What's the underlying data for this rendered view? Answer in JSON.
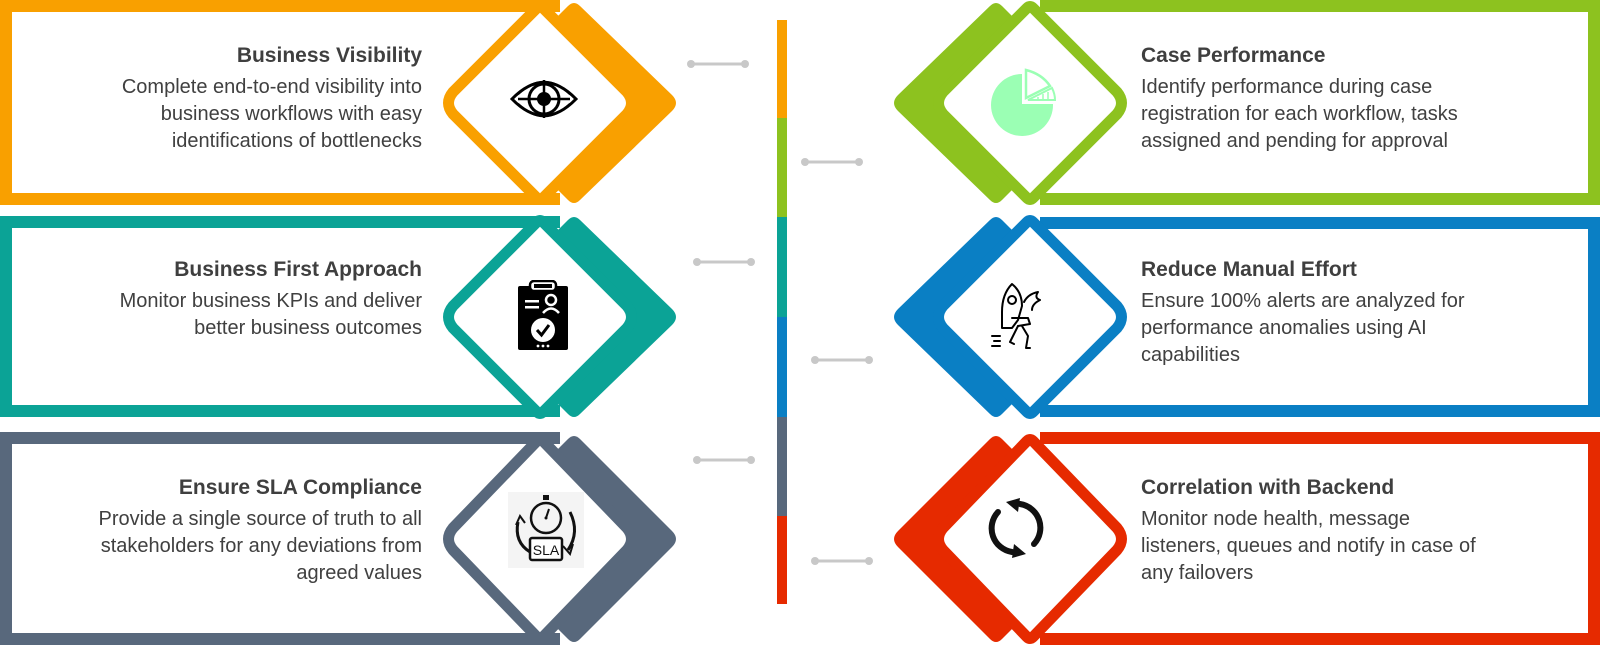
{
  "colors": {
    "orange": "#F9A000",
    "green": "#8DC21F",
    "teal": "#0BA396",
    "blue": "#0A7FC4",
    "slate": "#58687C",
    "red": "#E62A00",
    "connector": "#C8C8C8",
    "text": "#404040"
  },
  "left_items": [
    {
      "title": "Business Visibility",
      "description_lines": [
        "Complete end-to-end visibility into",
        "business workflows with easy",
        "identifications of bottlenecks"
      ],
      "icon": "eye-target-icon",
      "color": "#F9A000"
    },
    {
      "title": "Business First Approach",
      "description_lines": [
        "Monitor business KPIs and deliver",
        "better business outcomes"
      ],
      "icon": "clipboard-check-icon",
      "color": "#0BA396"
    },
    {
      "title": "Ensure SLA Compliance",
      "description_lines": [
        "Provide a single source of truth to all",
        "stakeholders for any deviations from",
        "agreed values"
      ],
      "icon": "sla-stopwatch-icon",
      "color": "#58687C",
      "icon_label": "SLA"
    }
  ],
  "right_items": [
    {
      "title": "Case Performance",
      "description_lines": [
        "Identify performance during case",
        "registration for each workflow, tasks",
        "assigned and pending for approval"
      ],
      "icon": "pie-chart-icon",
      "color": "#8DC21F"
    },
    {
      "title": "Reduce Manual Effort",
      "description_lines": [
        "Ensure 100% alerts are analyzed for",
        "performance anomalies using AI",
        "capabilities"
      ],
      "icon": "rocket-person-icon",
      "color": "#0A7FC4"
    },
    {
      "title": "Correlation with Backend",
      "description_lines": [
        "Monitor node health, message",
        "listeners, queues and notify in case of",
        "any failovers"
      ],
      "icon": "sync-arrows-icon",
      "color": "#E62A00"
    }
  ],
  "center_bar_segments": [
    "#F9A000",
    "#8DC21F",
    "#0BA396",
    "#0A7FC4",
    "#58687C",
    "#E62A00"
  ]
}
